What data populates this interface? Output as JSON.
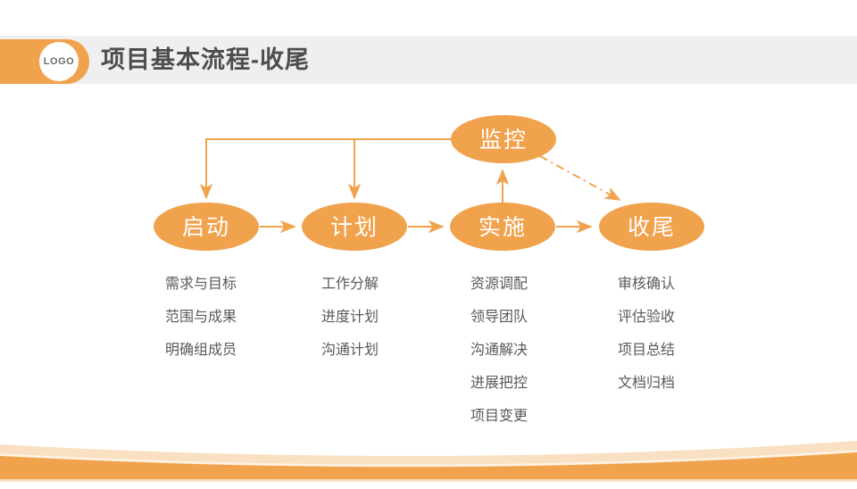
{
  "header": {
    "logo_text": "LOGO",
    "title": "项目基本流程-收尾"
  },
  "colors": {
    "orange": "#f0a24c",
    "peach_band": "#fae0c2",
    "highlight_band": "#fdf2e3",
    "header_gray": "#efefef",
    "title_text": "#4d4d4d",
    "body_text": "#595959"
  },
  "diagram": {
    "monitor": {
      "label": "监控"
    },
    "stages": [
      {
        "label": "启动",
        "items": [
          "需求与目标",
          "范围与成果",
          "明确组成员"
        ]
      },
      {
        "label": "计划",
        "items": [
          "工作分解",
          "进度计划",
          "沟通计划"
        ]
      },
      {
        "label": "实施",
        "items": [
          "资源调配",
          "领导团队",
          "沟通解决",
          "进展把控",
          "项目变更"
        ]
      },
      {
        "label": "收尾",
        "items": [
          "审核确认",
          "评估验收",
          "项目总结",
          "文档归档"
        ]
      }
    ]
  }
}
